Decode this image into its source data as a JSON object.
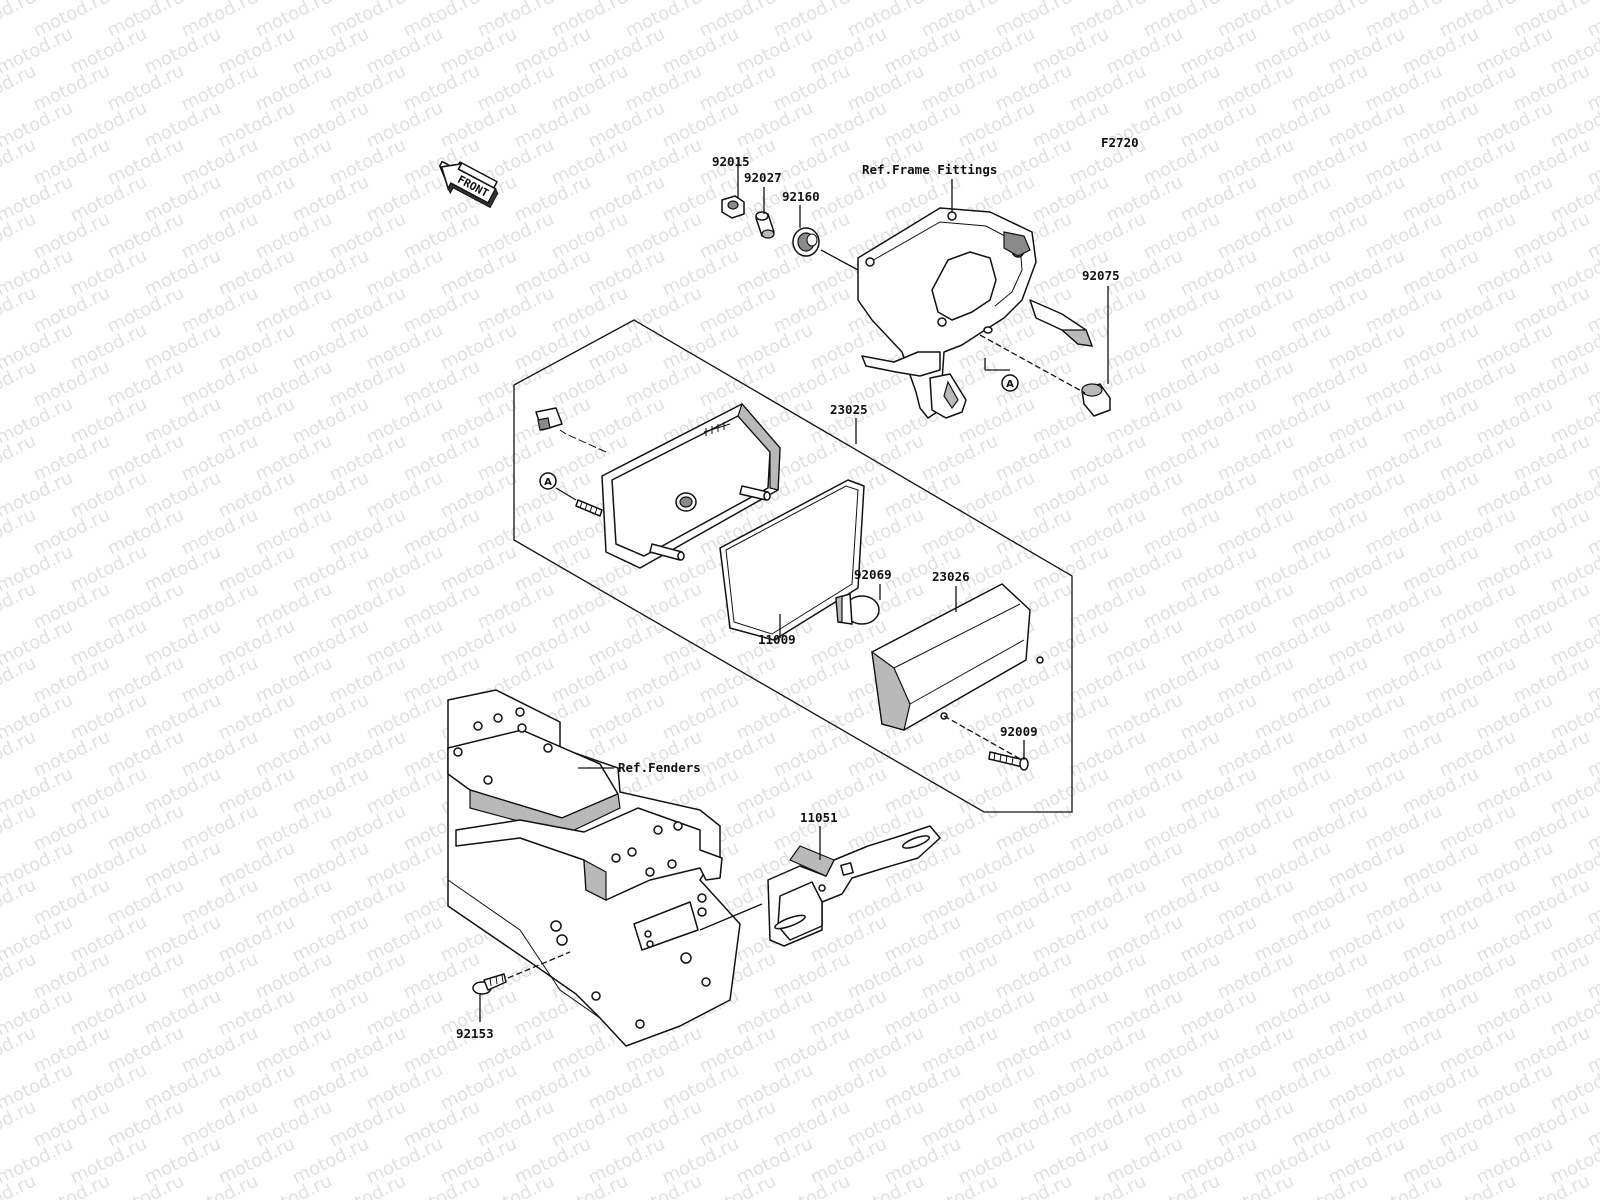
{
  "diagram_code": "F2720",
  "watermark_text": "motod.ru",
  "front_arrow_label": "FRONT",
  "callout_letter": "A",
  "references": {
    "frame_fittings": "Ref.Frame Fittings",
    "fenders": "Ref.Fenders"
  },
  "parts": {
    "p92015": "92015",
    "p92027": "92027",
    "p92160": "92160",
    "p92075": "92075",
    "p23025": "23025",
    "p92069": "92069",
    "p23026": "23026",
    "p11009": "11009",
    "p92009": "92009",
    "p11051": "11051",
    "p92153": "92153"
  }
}
